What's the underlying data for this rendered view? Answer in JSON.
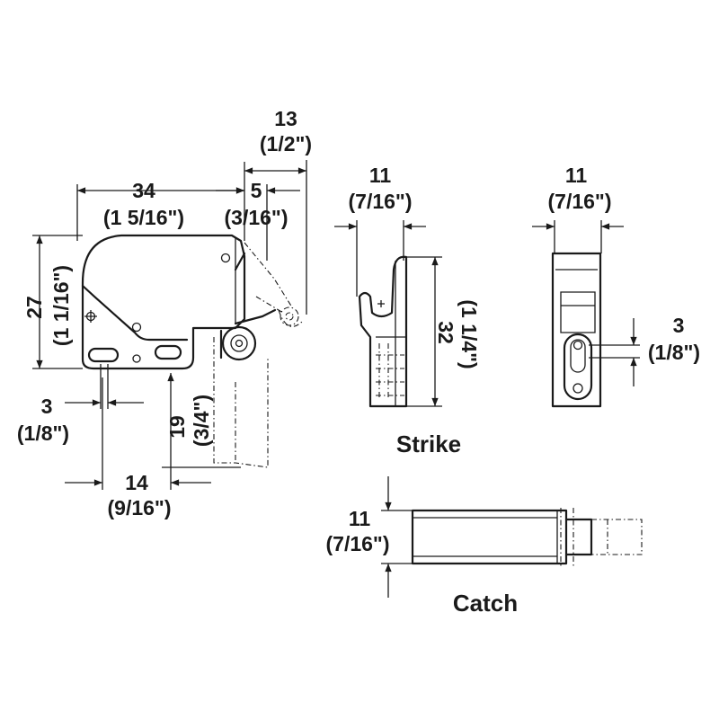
{
  "dimensions": {
    "d13": "13",
    "d13_in": "(1/2\")",
    "d34": "34",
    "d34_in": "(1 5/16\")",
    "d5": "5",
    "d5_in": "(3/16\")",
    "d27": "27",
    "d27_in": "(1 1/16\")",
    "d3a": "3",
    "d3a_in": "(1/8\")",
    "d19": "19",
    "d19_in": "(3/4\")",
    "d14": "14",
    "d14_in": "(9/16\")",
    "strike_w": "11",
    "strike_w_in": "(7/16\")",
    "strike_h": "32",
    "strike_h_in": "(1 1/4\")",
    "side_w": "11",
    "side_w_in": "(7/16\")",
    "slot": "3",
    "slot_in": "(1/8\")",
    "catch_h": "11",
    "catch_h_in": "(7/16\")"
  },
  "labels": {
    "strike": "Strike",
    "catch": "Catch"
  },
  "colors": {
    "line": "#1a1a1a",
    "background": "#ffffff"
  }
}
